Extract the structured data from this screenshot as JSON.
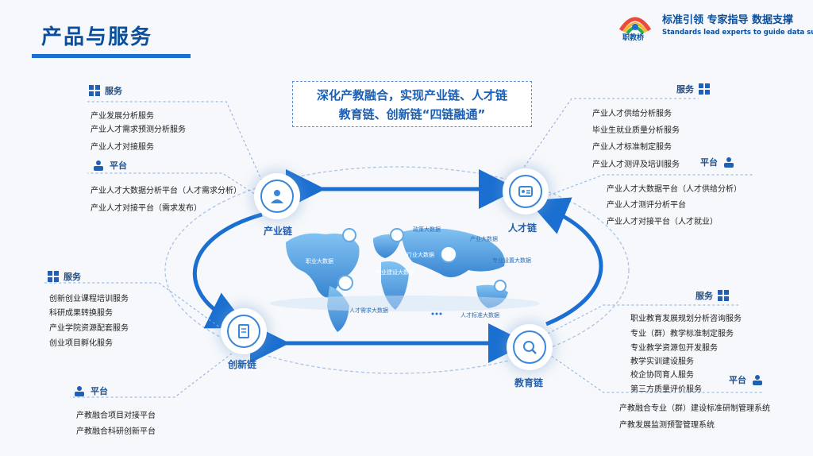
{
  "title": "产品与服务",
  "brand": {
    "name": "职教桥",
    "slogan": "标准引领  专家指导  数据支撑",
    "slogan_en": "Standards lead experts to guide data support"
  },
  "banner": {
    "line1": "深化产教融合，实现产业链、人才链",
    "line2": "教育链、创新链“四链融通”"
  },
  "nodes": {
    "industry": "产业链",
    "talent": "人才链",
    "innovation": "创新链",
    "education": "教育链"
  },
  "map_labels": [
    "政策大数据",
    "产业大数据",
    "职业大数据",
    "行业大数据",
    "专业设置大数据",
    "专业建设大数据",
    "人才需求大数据",
    "人才标准大数据"
  ],
  "industry": {
    "service_header": "服务",
    "services": [
      "产业发展分析服务",
      "产业人才需求预测分析服务",
      "产业人才对接服务"
    ],
    "platform_header": "平台",
    "platforms": [
      "产业人才大数据分析平台（人才需求分析）",
      "产业人才对接平台（需求发布）"
    ]
  },
  "talent": {
    "service_header": "服务",
    "services": [
      "产业人才供给分析服务",
      "毕业生就业质量分析服务",
      "产业人才标准制定服务",
      "产业人才测评及培训服务"
    ],
    "platform_header": "平台",
    "platforms": [
      "产业人才大数据平台（人才供给分析）",
      "产业人才测评分析平台",
      "产业人才对接平台（人才就业）"
    ]
  },
  "innovation": {
    "service_header": "服务",
    "services": [
      "创新创业课程培训服务",
      "科研成果转换服务",
      "产业学院资源配套服务",
      "创业项目孵化服务"
    ],
    "platform_header": "平台",
    "platforms": [
      "产教融合项目对接平台",
      "产教融合科研创新平台"
    ]
  },
  "education": {
    "service_header": "服务",
    "services": [
      "职业教育发展规划分析咨询服务",
      "专业（群）教学标准制定服务",
      "专业教学资源包开发服务",
      "教学实训建设服务",
      "校企协同育人服务",
      "第三方质量评价服务"
    ],
    "platform_header": "平台",
    "platforms": [
      "产教融合专业（群）建设标准研制管理系统",
      "产教发展监测预警管理系统"
    ]
  },
  "colors": {
    "primary": "#1a6fd1",
    "dark": "#0b4f9c",
    "map": "#5aa6e8"
  }
}
